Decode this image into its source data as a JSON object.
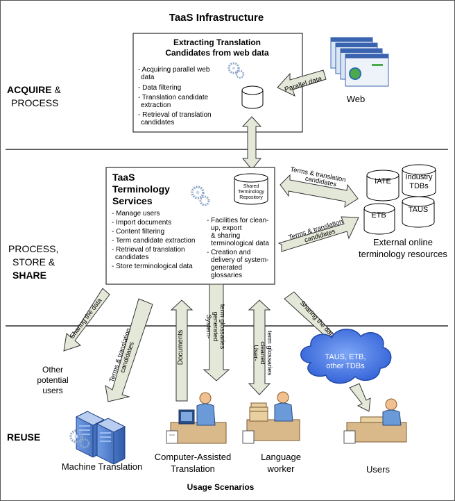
{
  "title": "TaaS Infrastructure",
  "sections": {
    "acquire": {
      "bold": "ACQUIRE",
      "rest": " & ",
      "line2": "PROCESS"
    },
    "share": {
      "line1": "PROCESS,",
      "line2": "STORE &",
      "bold": "SHARE"
    },
    "reuse": {
      "bold": "REUSE"
    }
  },
  "extract_box": {
    "title1": "Extracting Translation",
    "title2": "Candidates from web data",
    "items": [
      "- Acquiring parallel web",
      "data",
      "- Data filtering",
      "- Translation candidate",
      "extraction",
      "- Retrieval of translation",
      "candidates"
    ]
  },
  "web": {
    "label": "Web",
    "arrow_label": "Parallel data"
  },
  "terminology_box": {
    "title": [
      "TaaS",
      "Terminology",
      "Services"
    ],
    "repo_label": [
      "Shared",
      "Terminology",
      "Repository"
    ],
    "left_items": [
      "- Manage users",
      "- Import documents",
      "- Content filtering",
      "- Term candidate extraction",
      "- Retrieval of translation",
      "candidates",
      "- Store terminological data"
    ],
    "right_items": [
      "- Facilities for clean-",
      "up, export",
      "& sharing",
      "terminological data",
      "- Creation and",
      "delivery of system-",
      "generated",
      "glossaries"
    ]
  },
  "external": {
    "dbs": [
      "IATE",
      "Industry",
      "TDBs",
      "ETB",
      "TAUS"
    ],
    "label": [
      "External online",
      "terminology resources"
    ],
    "arrow1": [
      "Terms & translation",
      "candidates"
    ],
    "arrow2": [
      "Terms & translation",
      "candidates"
    ]
  },
  "flows": {
    "sharing_left": "Sharing the data",
    "terms_mt": [
      "Terms & translation",
      "candidates"
    ],
    "documents": "Documents",
    "system_generated": [
      "System-",
      "generated",
      "term glossaries"
    ],
    "user_cleaned": [
      "User-",
      "cleaned",
      "term glossaries"
    ],
    "sharing_right": "Sharing the data"
  },
  "cloud": [
    "TAUS, ETB,",
    "other TDBs"
  ],
  "other_users": [
    "Other",
    "potential",
    "users"
  ],
  "scenarios": {
    "mt": "Machine Translation",
    "cat": [
      "Computer-Assisted",
      "Translation"
    ],
    "lw": [
      "Language",
      "worker"
    ],
    "users": "Users"
  },
  "footer": "Usage Scenarios",
  "colors": {
    "arrow_fill": "#e4e8d8",
    "arrow_stroke": "#333333",
    "cloud": "#3d6ee0"
  }
}
